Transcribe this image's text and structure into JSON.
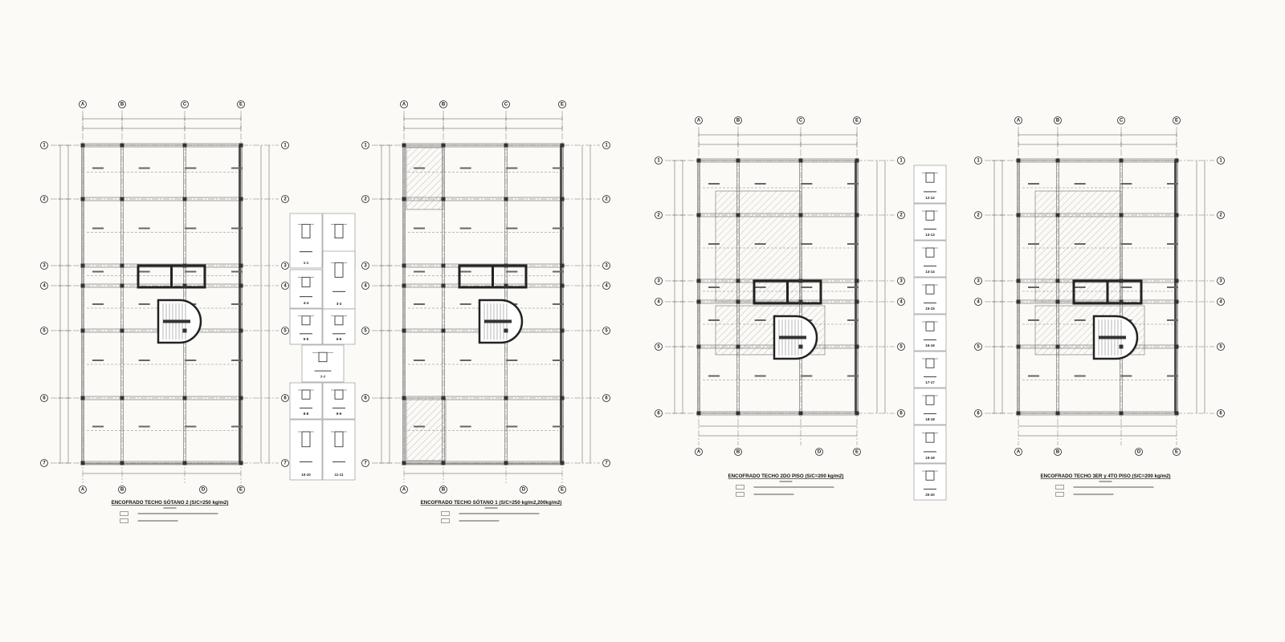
{
  "sheet": {
    "background": "#fbfaf6",
    "line_color": "#333333",
    "hatch_color": "#777777"
  },
  "plans": [
    {
      "title": "ENCOFRADO TECHO SÓTANO 2 (S/C=250 kg/m2)",
      "top_axes": [
        "A",
        "B",
        "C",
        "E"
      ],
      "bottom_axes": [
        "A",
        "B",
        "D",
        "E"
      ],
      "rows": [
        "1",
        "2",
        "3",
        "4",
        "5",
        "6",
        "7"
      ]
    },
    {
      "title": "ENCOFRADO TECHO SÓTANO 1 (S/C=250 kg/m2,200kg/m2)",
      "top_axes": [
        "A",
        "B",
        "C",
        "E"
      ],
      "bottom_axes": [
        "A",
        "B",
        "D",
        "E"
      ],
      "rows": [
        "1",
        "2",
        "3",
        "4",
        "5",
        "6",
        "7"
      ]
    },
    {
      "title": "ENCOFRADO TECHO 2DO PISO  (S/C=200 kg/m2)",
      "top_axes": [
        "A",
        "B",
        "C",
        "E"
      ],
      "bottom_axes": [
        "A",
        "B",
        "D",
        "E"
      ],
      "rows": [
        "1",
        "2",
        "3",
        "4",
        "5",
        "6"
      ]
    },
    {
      "title": "ENCOFRADO TECHO 3ER y 4TO PISO  (S/C=200 kg/m2)",
      "top_axes": [
        "A",
        "B",
        "C",
        "E"
      ],
      "bottom_axes": [
        "A",
        "B",
        "D",
        "E"
      ],
      "rows": [
        "1",
        "2",
        "3",
        "4",
        "5",
        "6"
      ]
    }
  ],
  "details_left": [
    "1-1",
    "2-2",
    "3-3",
    "4-4",
    "5-5",
    "6-6",
    "7-7",
    "8-8",
    "9-9",
    "10-10",
    "11-11"
  ],
  "details_right": [
    "12-12",
    "13-13",
    "14-14",
    "15-15",
    "16-16",
    "17-17",
    "18-18",
    "19-19",
    "20-20"
  ]
}
